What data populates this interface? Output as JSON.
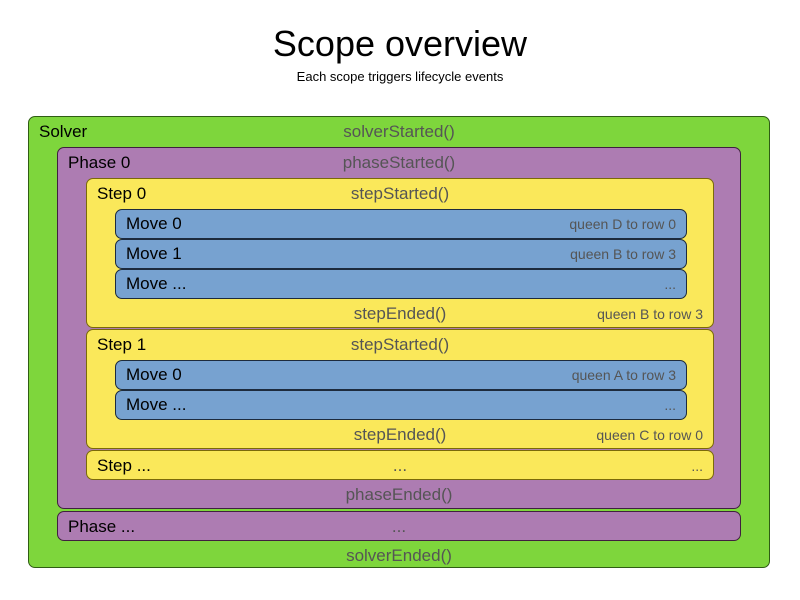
{
  "title": "Scope overview",
  "subtitle": "Each scope triggers lifecycle events",
  "colors": {
    "solver": "#7ed63c",
    "phase": "#ad7cb2",
    "step": "#fae85a",
    "move": "#77a2d0",
    "event_text": "#555555",
    "label_text": "#000000"
  },
  "solver": {
    "label": "Solver",
    "started_event": "solverStarted()",
    "ended_event": "solverEnded()",
    "phases": [
      {
        "label": "Phase 0",
        "started_event": "phaseStarted()",
        "ended_event": "phaseEnded()",
        "steps": [
          {
            "label": "Step 0",
            "started_event": "stepStarted()",
            "ended_event": "stepEnded()",
            "ended_detail": "queen B to row 3",
            "moves": [
              {
                "label": "Move 0",
                "detail": "queen D to row 0"
              },
              {
                "label": "Move 1",
                "detail": "queen B to row 3"
              },
              {
                "label": "Move ...",
                "detail": "..."
              }
            ]
          },
          {
            "label": "Step 1",
            "started_event": "stepStarted()",
            "ended_event": "stepEnded()",
            "ended_detail": "queen C to row 0",
            "moves": [
              {
                "label": "Move 0",
                "detail": "queen A to row 3"
              },
              {
                "label": "Move ...",
                "detail": "..."
              }
            ]
          },
          {
            "label": "Step ...",
            "started_event": "...",
            "ended_detail": "..."
          }
        ]
      },
      {
        "label": "Phase ...",
        "started_event": "..."
      }
    ]
  }
}
